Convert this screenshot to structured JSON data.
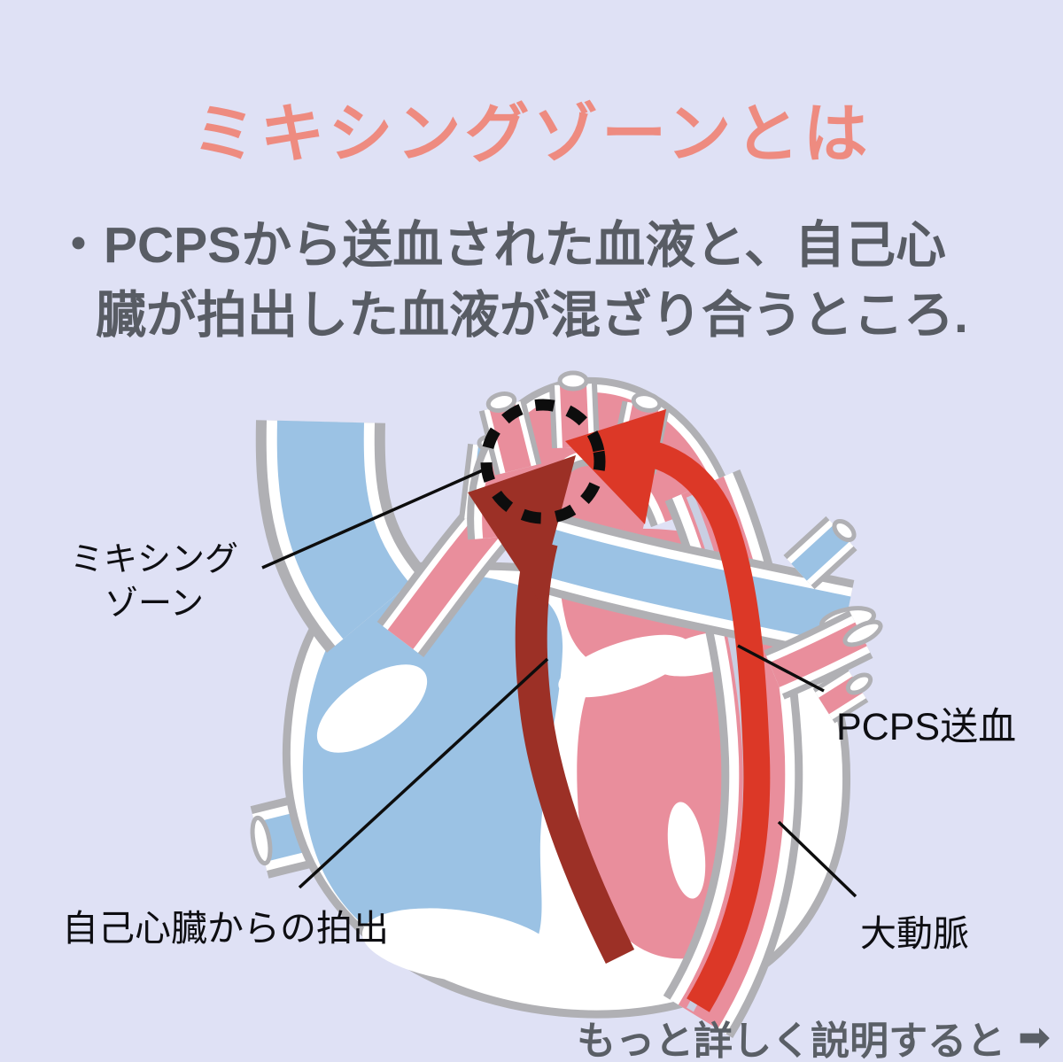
{
  "title": "ミキシングゾーンとは",
  "description": {
    "line1": "・PCPSから送血された血液と、自己心",
    "line2": "臓が拍出した血液が混ざり合うところ."
  },
  "diagram": {
    "type": "heart-anatomy-illustration",
    "subject": "PCPS mixing zone in the aortic arch",
    "labels": {
      "mixing_zone": {
        "line1": "ミキシング",
        "line2": "ゾーン"
      },
      "pcps_blood_delivery": "PCPS送血",
      "self_heart_ejection": "自己心臓からの拍出",
      "aorta": "大動脈"
    }
  },
  "footer": {
    "more_text": "もっと詳しく説明すると",
    "arrow_icon": "➡"
  },
  "colors": {
    "background": "#dfe1f5",
    "title_text": "#ee8b80",
    "body_text": "#585c64",
    "label_text": "#0e0e12",
    "footer_text": "#5a5f66",
    "venous_blue": "#9bc2e4",
    "arterial_pink": "#e98e9c",
    "outline_gray": "#b0b0b4",
    "vessel_white": "#ffffff",
    "pcps_arrow_red": "#dc3827",
    "ejection_arrow_dark_red": "#9c3026",
    "mixing_circle_black": "#0d0d0d"
  }
}
